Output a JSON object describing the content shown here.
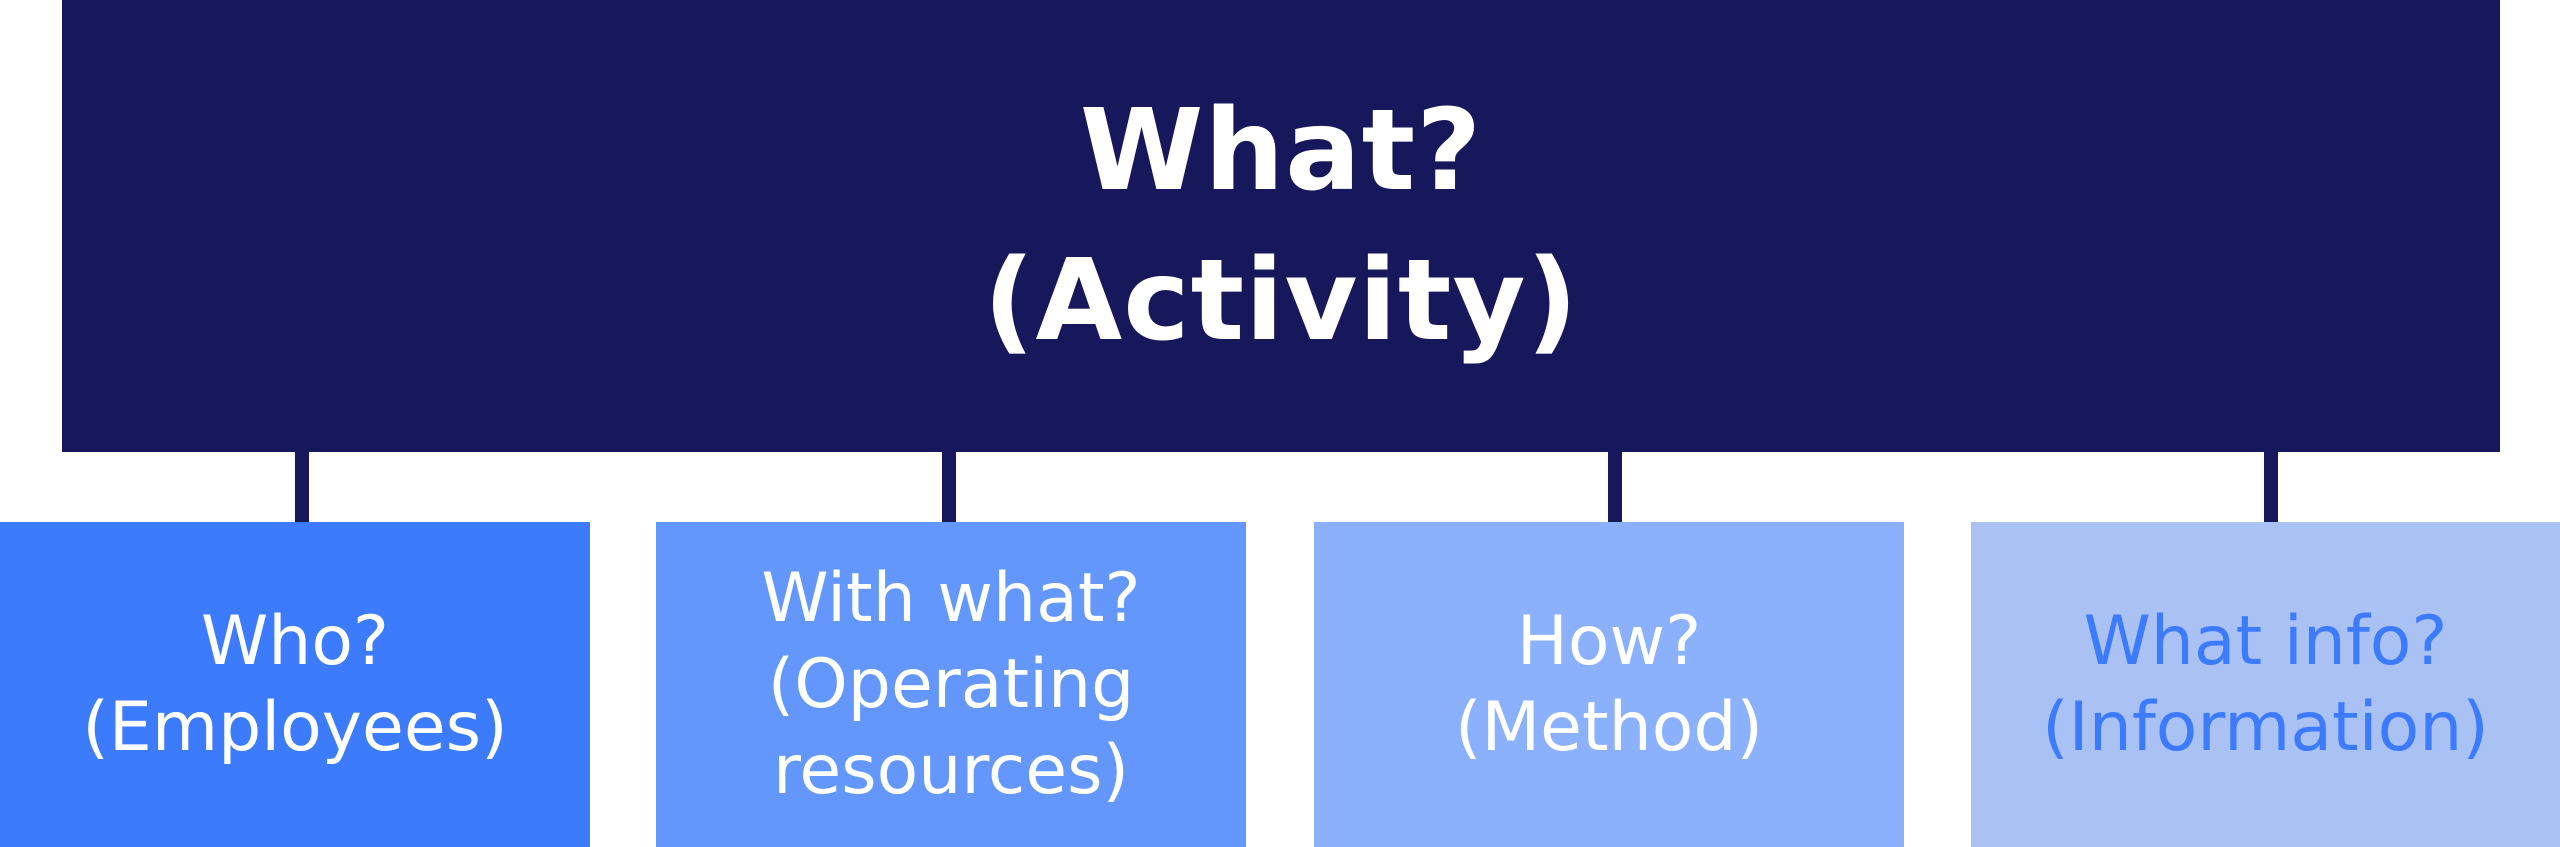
{
  "colors": {
    "top": "#17185B",
    "connector": "#17185B",
    "child1": "#3D7BFD",
    "child2": "#6397FC",
    "child3": "#8BB0FC",
    "child4": "#AAC1F3",
    "text_light": "#FFFFFF",
    "text_child4": "#3D7BFD"
  },
  "root": {
    "lines": [
      "What?",
      "(Activity)"
    ]
  },
  "children": [
    {
      "lines": [
        "Who?",
        "(Employees)"
      ]
    },
    {
      "lines": [
        "With what?",
        "(Operating",
        "resources)"
      ]
    },
    {
      "lines": [
        "How?",
        "(Method)"
      ]
    },
    {
      "lines": [
        "What info?",
        "(Information)"
      ]
    }
  ]
}
